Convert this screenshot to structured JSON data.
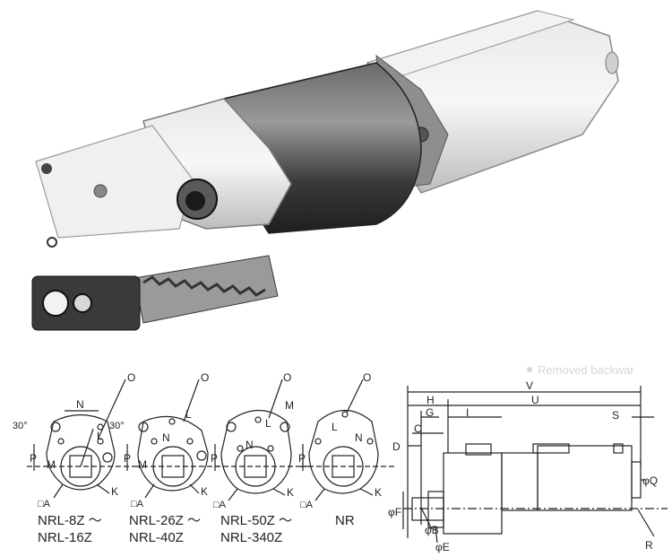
{
  "watermark": "Removed backwar",
  "variants": [
    {
      "caption_line1": "NRL-8Z ～",
      "caption_line2": "NRL-16Z",
      "labels": {
        "O": "O",
        "N": "N",
        "L": "L",
        "K": "K",
        "M": "M",
        "P": "P",
        "A": "□A",
        "angle1": "30°",
        "angle2": "30°"
      }
    },
    {
      "caption_line1": "NRL-26Z ～",
      "caption_line2": "NRL-40Z",
      "labels": {
        "O": "O",
        "N": "N",
        "L": "L",
        "K": "K",
        "M": "M",
        "P": "P",
        "A": "□A"
      }
    },
    {
      "caption_line1": "NRL-50Z ～",
      "caption_line2": "NRL-340Z",
      "labels": {
        "O": "O",
        "N": "N",
        "L": "L",
        "K": "K",
        "M": "M",
        "P": "P",
        "A": "□A"
      }
    },
    {
      "caption_line1": "NR",
      "labels": {
        "O": "O",
        "N": "N",
        "L": "L",
        "K": "K",
        "P": "P",
        "A": "□A"
      }
    }
  ],
  "side_view": {
    "labels": {
      "V": "V",
      "H": "H",
      "U": "U",
      "G": "G",
      "I": "I",
      "S": "S",
      "C": "C",
      "D": "D",
      "F": "φF",
      "B": "φB",
      "E": "φE",
      "Q": "φQ",
      "R": "R"
    }
  }
}
